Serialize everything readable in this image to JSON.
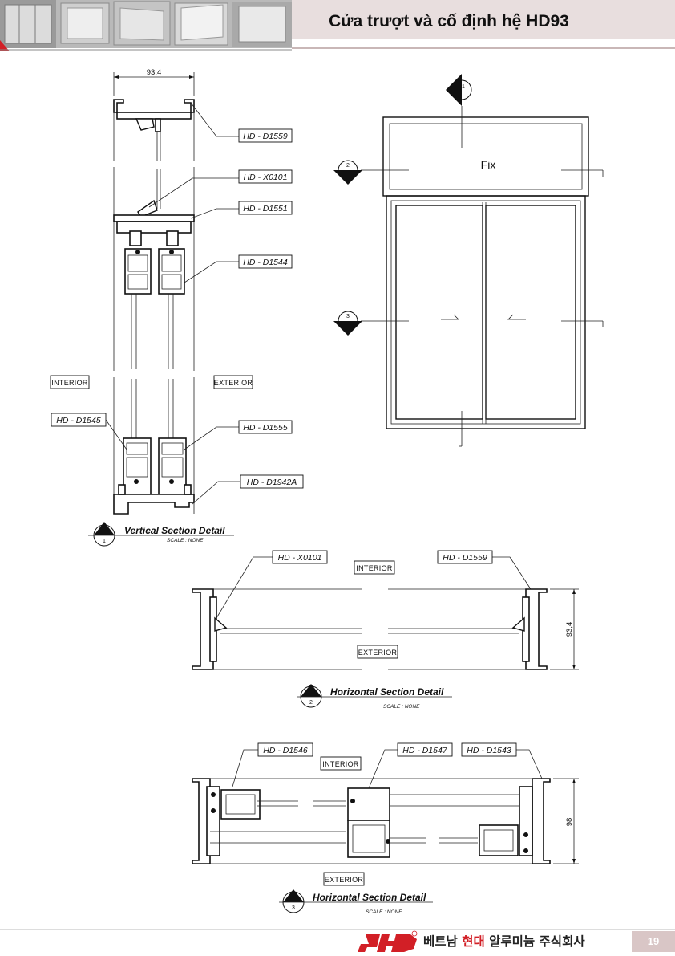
{
  "header": {
    "title": "Cửa trượt và cố định hệ HD93"
  },
  "vertical_section": {
    "dimension": "93,4",
    "labels": [
      "HD - D1559",
      "HD - X0101",
      "HD - D1551",
      "HD - D1544",
      "HD - D1545",
      "HD - D1555",
      "HD - D1942A"
    ],
    "interior": "INTERIOR",
    "exterior": "EXTERIOR",
    "marker": "1",
    "title": "Vertical Section Detail",
    "scale": "SCALE : NONE"
  },
  "elevation": {
    "fix_label": "Fix",
    "markers": [
      "1",
      "2",
      "3"
    ]
  },
  "horizontal_section_2": {
    "labels": [
      "HD - X0101",
      "HD - D1559"
    ],
    "interior": "INTERIOR",
    "exterior": "EXTERIOR",
    "dimension": "93,4",
    "marker": "2",
    "title": "Horizontal Section Detail",
    "scale": "SCALE : NONE"
  },
  "horizontal_section_3": {
    "labels": [
      "HD - D1546",
      "HD - D1547",
      "HD - D1543"
    ],
    "interior": "INTERIOR",
    "exterior": "EXTERIOR",
    "dimension": "98",
    "marker": "3",
    "title": "Horizontal Section Detail",
    "scale": "SCALE : NONE"
  },
  "footer": {
    "brand_pre": "베트남 ",
    "brand_highlight": "현대",
    "brand_post": " 알루미늄 주식회사",
    "page_number": "19",
    "colors": {
      "brand_red": "#d21f26",
      "page_box": "#d9c6c6",
      "header_band": "#e8dede"
    }
  }
}
